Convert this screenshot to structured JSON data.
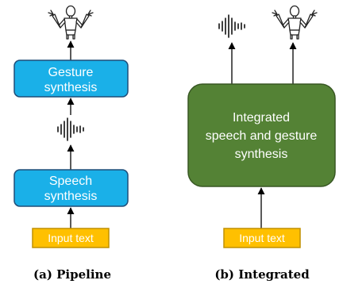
{
  "colors": {
    "synthesis_box": "#1ab0e8",
    "synthesis_box_border": "#1f4e79",
    "integrated_box": "#548235",
    "integrated_box_border": "#385723",
    "input_box": "#ffc000",
    "input_box_border": "#c09000",
    "arrow": "#000000"
  },
  "icons": [
    "wooden-mannequin-icon",
    "audio-waveform-icon"
  ],
  "pipeline": {
    "gesture_box": [
      "Gesture",
      "synthesis"
    ],
    "speech_box": [
      "Speech",
      "synthesis"
    ],
    "input": "Input text",
    "caption": "(a) Pipeline"
  },
  "integrated": {
    "box": [
      "Integrated",
      "speech and gesture",
      "synthesis"
    ],
    "input": "Input text",
    "caption": "(b) Integrated"
  }
}
